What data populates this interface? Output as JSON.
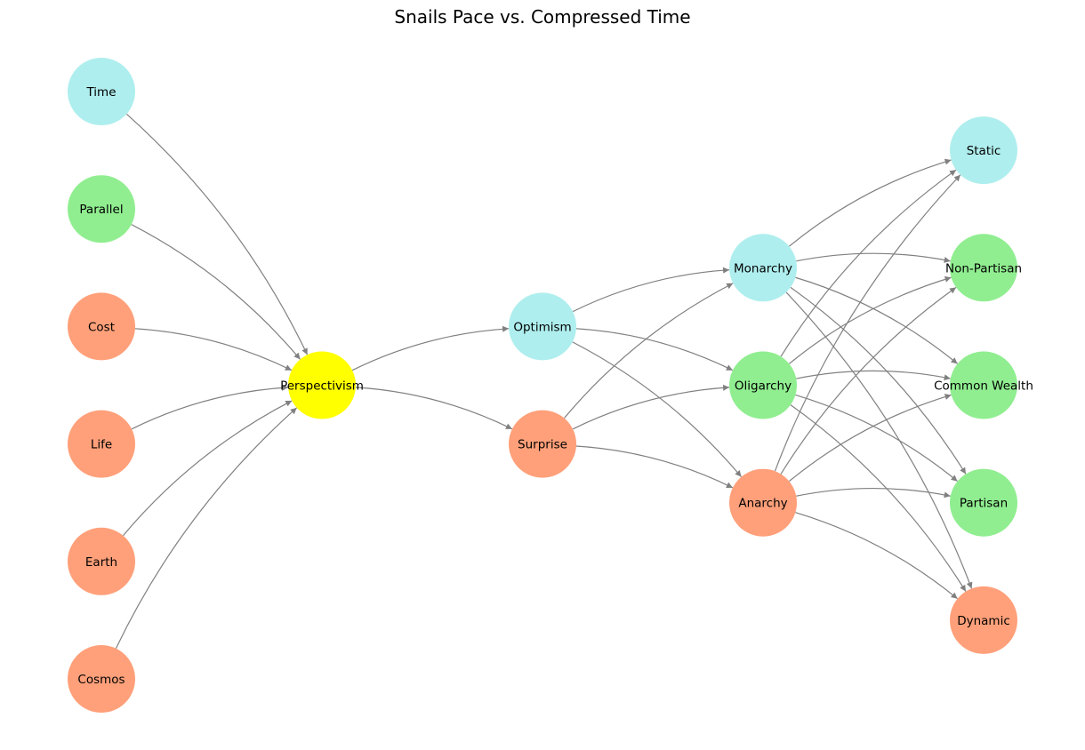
{
  "title": "Snails Pace vs. Compressed Time",
  "colors": {
    "salmon": "#ffa07a",
    "cyan": "#afeeee",
    "green": "#90ee90",
    "yellow": "#ffff00",
    "edge": "#808080"
  },
  "nodes": [
    {
      "id": "time",
      "label": "Time",
      "color": "cyan",
      "layer": 0
    },
    {
      "id": "parallel",
      "label": "Parallel",
      "color": "green",
      "layer": 0
    },
    {
      "id": "cost",
      "label": "Cost",
      "color": "salmon",
      "layer": 0
    },
    {
      "id": "life",
      "label": "Life",
      "color": "salmon",
      "layer": 0
    },
    {
      "id": "earth",
      "label": "Earth",
      "color": "salmon",
      "layer": 0
    },
    {
      "id": "cosmos",
      "label": "Cosmos",
      "color": "salmon",
      "layer": 0
    },
    {
      "id": "perspectivism",
      "label": "Perspectivism",
      "color": "yellow",
      "layer": 1
    },
    {
      "id": "optimism",
      "label": "Optimism",
      "color": "cyan",
      "layer": 2
    },
    {
      "id": "surprise",
      "label": "Surprise",
      "color": "salmon",
      "layer": 2
    },
    {
      "id": "monarchy",
      "label": "Monarchy",
      "color": "cyan",
      "layer": 3
    },
    {
      "id": "oligarchy",
      "label": "Oligarchy",
      "color": "green",
      "layer": 3
    },
    {
      "id": "anarchy",
      "label": "Anarchy",
      "color": "salmon",
      "layer": 3
    },
    {
      "id": "static",
      "label": "Static",
      "color": "cyan",
      "layer": 4
    },
    {
      "id": "nonpartisan",
      "label": "Non-Partisan",
      "color": "green",
      "layer": 4
    },
    {
      "id": "commonwealth",
      "label": "Common Wealth",
      "color": "green",
      "layer": 4
    },
    {
      "id": "partisan",
      "label": "Partisan",
      "color": "green",
      "layer": 4
    },
    {
      "id": "dynamic",
      "label": "Dynamic",
      "color": "salmon",
      "layer": 4
    }
  ],
  "edges": [
    [
      "time",
      "perspectivism"
    ],
    [
      "parallel",
      "perspectivism"
    ],
    [
      "cost",
      "perspectivism"
    ],
    [
      "life",
      "perspectivism"
    ],
    [
      "earth",
      "perspectivism"
    ],
    [
      "cosmos",
      "perspectivism"
    ],
    [
      "perspectivism",
      "optimism"
    ],
    [
      "perspectivism",
      "surprise"
    ],
    [
      "optimism",
      "monarchy"
    ],
    [
      "optimism",
      "oligarchy"
    ],
    [
      "optimism",
      "anarchy"
    ],
    [
      "surprise",
      "monarchy"
    ],
    [
      "surprise",
      "oligarchy"
    ],
    [
      "surprise",
      "anarchy"
    ],
    [
      "monarchy",
      "static"
    ],
    [
      "monarchy",
      "nonpartisan"
    ],
    [
      "monarchy",
      "commonwealth"
    ],
    [
      "monarchy",
      "partisan"
    ],
    [
      "monarchy",
      "dynamic"
    ],
    [
      "oligarchy",
      "static"
    ],
    [
      "oligarchy",
      "nonpartisan"
    ],
    [
      "oligarchy",
      "commonwealth"
    ],
    [
      "oligarchy",
      "partisan"
    ],
    [
      "oligarchy",
      "dynamic"
    ],
    [
      "anarchy",
      "static"
    ],
    [
      "anarchy",
      "nonpartisan"
    ],
    [
      "anarchy",
      "commonwealth"
    ],
    [
      "anarchy",
      "partisan"
    ],
    [
      "anarchy",
      "dynamic"
    ]
  ]
}
